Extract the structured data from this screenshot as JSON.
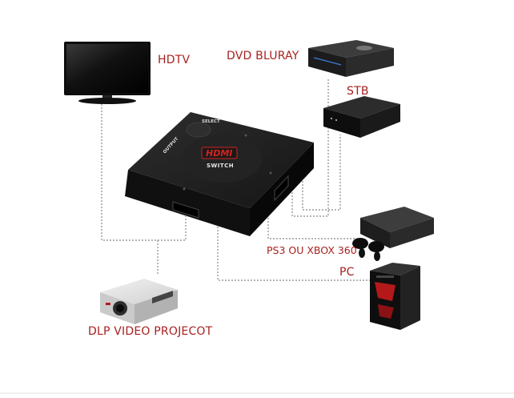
{
  "labels": {
    "hdtv": "HDTV",
    "dvd_bluray": "DVD BLURAY",
    "stb": "STB",
    "ps3_xbox": "PS3 OU XBOX 360",
    "pc": "PC",
    "projector": "DLP VIDEO PROJECOT"
  },
  "switch_markings": {
    "select": "SELECT",
    "output": "OUTPUT",
    "hdmi": "HDMI",
    "switch": "SWITCH"
  },
  "colors": {
    "label": "#a8201f",
    "connector_line": "#9b9b9b",
    "device_body": "#111111"
  }
}
